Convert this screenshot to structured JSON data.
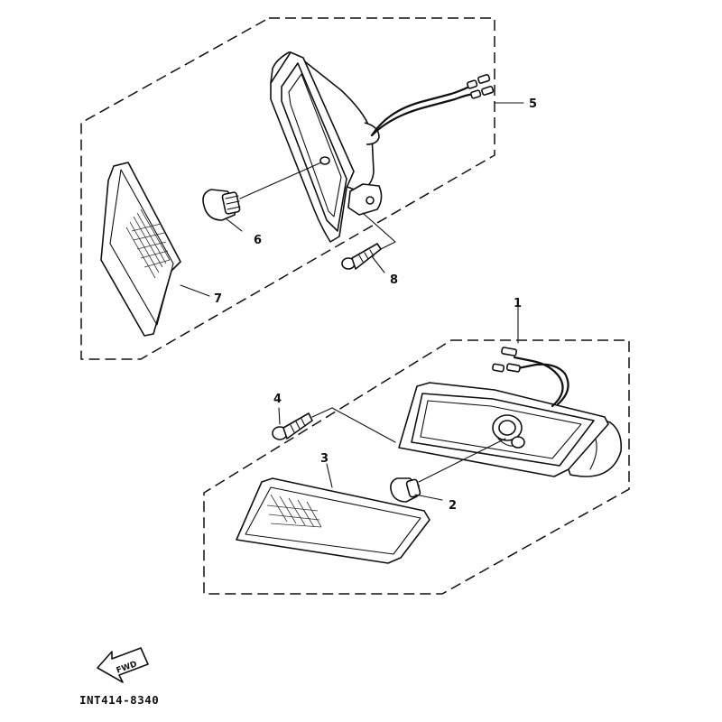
{
  "diagram": {
    "callouts": {
      "c1": "1",
      "c2": "2",
      "c3": "3",
      "c4": "4",
      "c5": "5",
      "c6": "6",
      "c7": "7",
      "c8": "8"
    },
    "fwd_label": "FWD",
    "drawing_code": "INT414-8340"
  }
}
